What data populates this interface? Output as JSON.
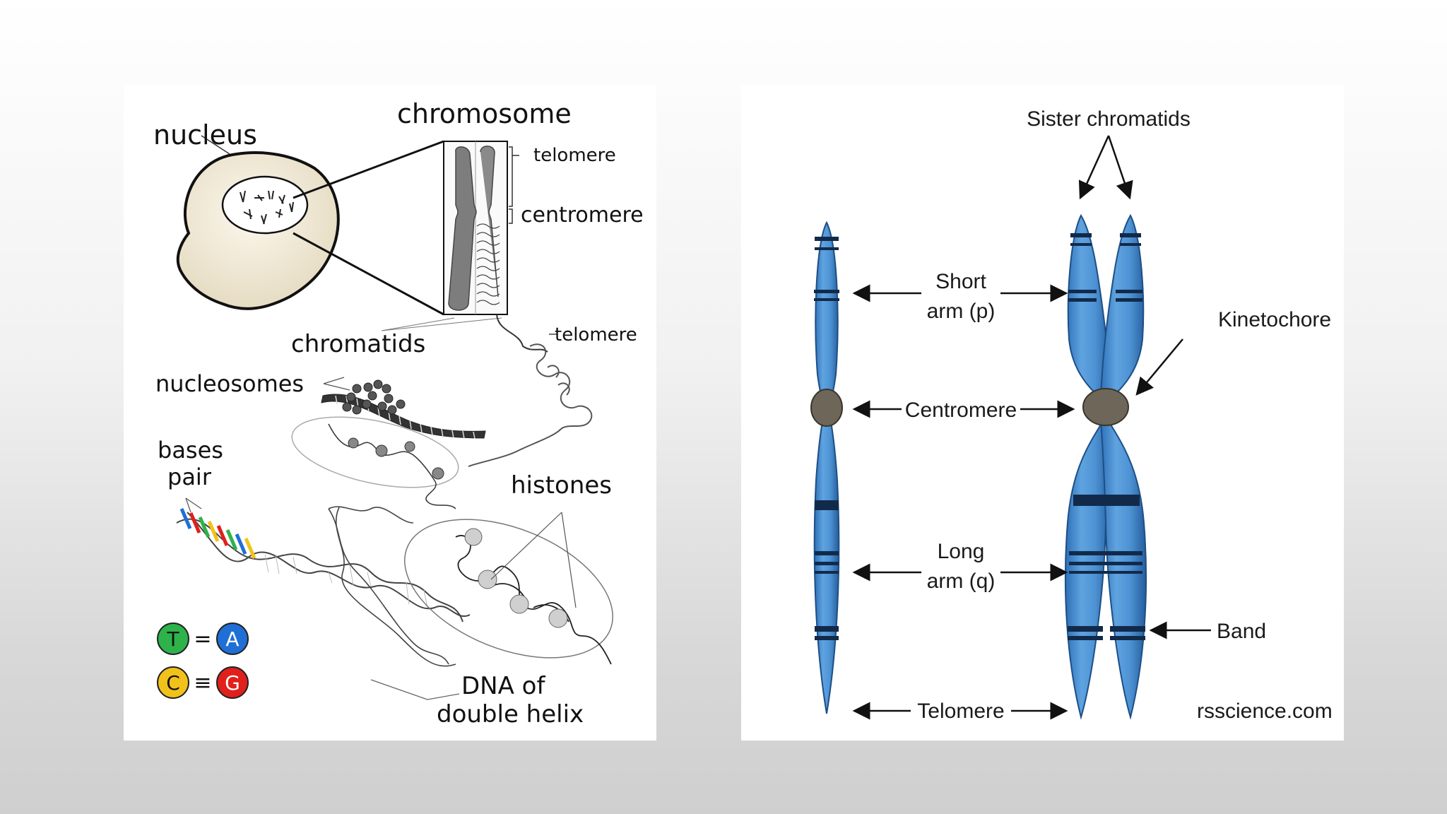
{
  "left_diagram": {
    "labels": {
      "nucleus": "nucleus",
      "chromosome": "chromosome",
      "telomere_top": "telomere",
      "centromere": "centromere",
      "chromatids": "chromatids",
      "telomere_bottom": "telomere",
      "nucleosomes": "nucleosomes",
      "bases_pair_line1": "bases",
      "bases_pair_line2": "pair",
      "histones": "histones",
      "dna_line1": "DNA of",
      "dna_line2": "double helix"
    },
    "base_pairs": [
      {
        "left": "T",
        "right": "A",
        "left_color": "#2db34a",
        "right_color": "#1f6fd6"
      },
      {
        "left": "C",
        "right": "G",
        "left_color": "#f2c21b",
        "right_color": "#e0201b"
      }
    ],
    "rung_colors": [
      "#1f6fd6",
      "#e0201b",
      "#2db34a",
      "#f2c21b",
      "#e0201b",
      "#2db34a",
      "#1f6fd6",
      "#f2c21b"
    ]
  },
  "right_diagram": {
    "labels": {
      "sister_chromatids": "Sister chromatids",
      "short_arm_line1": "Short",
      "short_arm_line2": "arm (p)",
      "kinetochore": "Kinetochore",
      "centromere": "Centromere",
      "long_arm_line1": "Long",
      "long_arm_line2": "arm (q)",
      "band": "Band",
      "telomere": "Telomere",
      "credit": "rsscience.com"
    },
    "colors": {
      "chromatid_fill": "#4a8fd0",
      "chromatid_edge": "#1d4f86",
      "centromere_fill": "#6e6658"
    }
  }
}
